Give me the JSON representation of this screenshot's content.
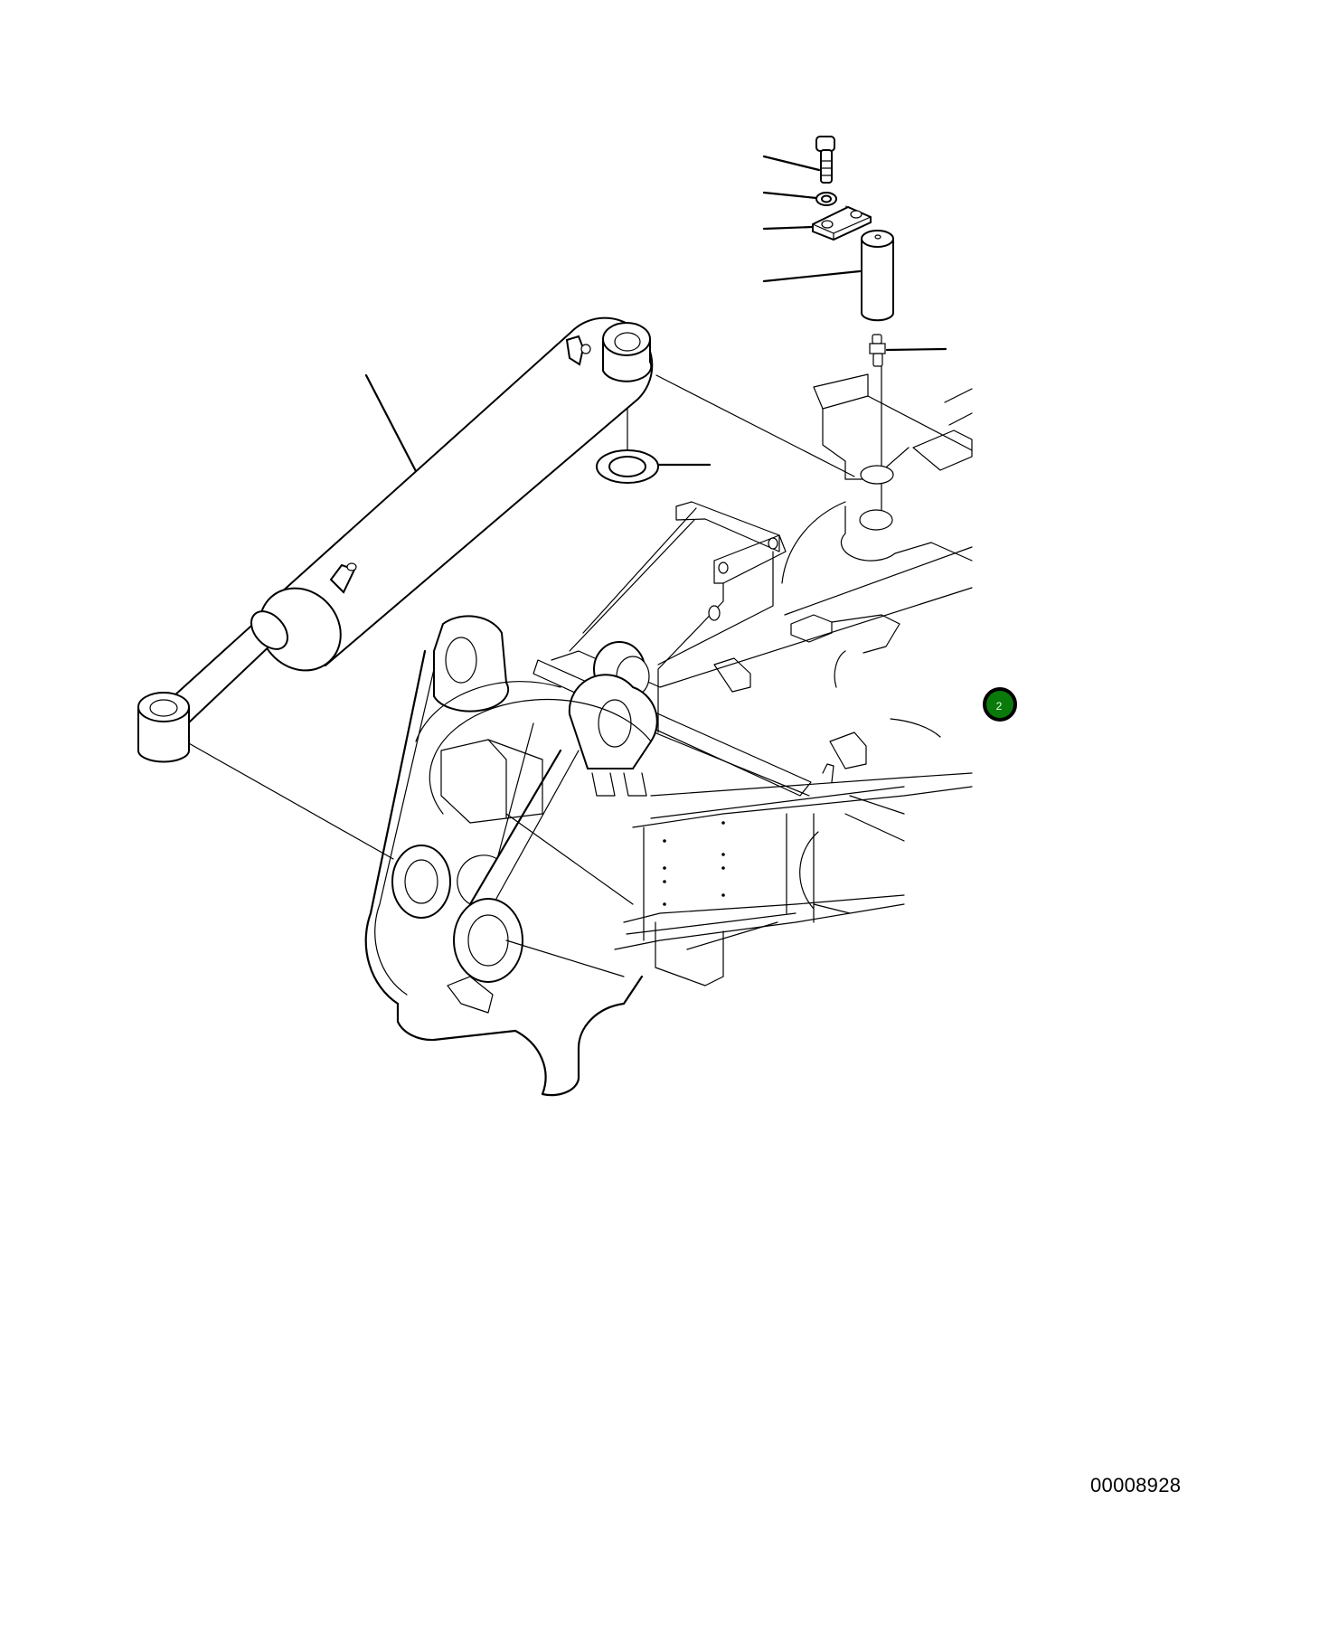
{
  "diagram": {
    "type": "exploded-parts-illustration",
    "subject": "Hydraulic steering cylinder with pin, plate, bolt, washer and grease fitting on articulated frame",
    "callout_marker": {
      "label": "2",
      "color": "#0a7a0a",
      "border_color": "#000000"
    },
    "drawing_number": "00008928",
    "leader_lines": [
      {
        "part": "bolt"
      },
      {
        "part": "washer"
      },
      {
        "part": "lock-plate"
      },
      {
        "part": "pin"
      },
      {
        "part": "grease-fitting"
      },
      {
        "part": "cylinder"
      },
      {
        "part": "spacer-shim"
      }
    ],
    "colors": {
      "line": "#000000",
      "background": "#ffffff",
      "marker_fill": "#0a7a0a"
    }
  }
}
